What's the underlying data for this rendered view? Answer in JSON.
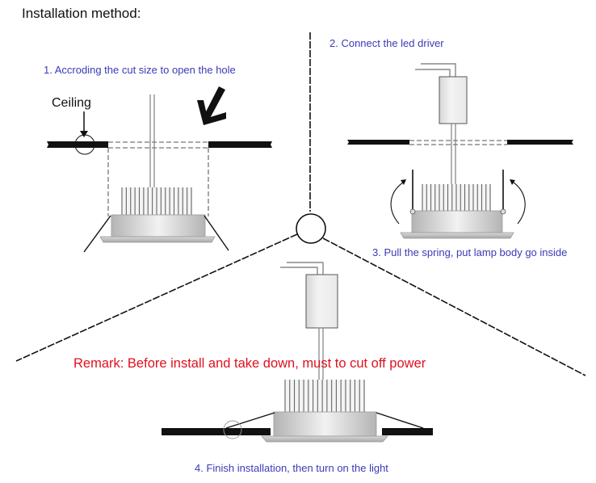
{
  "title": "Installation method:",
  "steps": [
    {
      "number": 1,
      "label": "1. Accroding the cut size to open the hole"
    },
    {
      "number": 2,
      "label": "2. Connect the led driver"
    },
    {
      "number": 3,
      "label": "3. Pull the spring, put lamp body go inside"
    },
    {
      "number": 4,
      "label": "4. Finish installation, then turn on the light"
    }
  ],
  "callouts": {
    "ceiling": "Ceiling"
  },
  "remark": "Remark: Before install and take down, must to cut off power",
  "colors": {
    "step_text": "#3a3ab8",
    "remark_text": "#e0101e",
    "ceiling_board": "#111111",
    "lamp_body": "#c8c8c8",
    "driver_box": "#e6e6e6"
  }
}
